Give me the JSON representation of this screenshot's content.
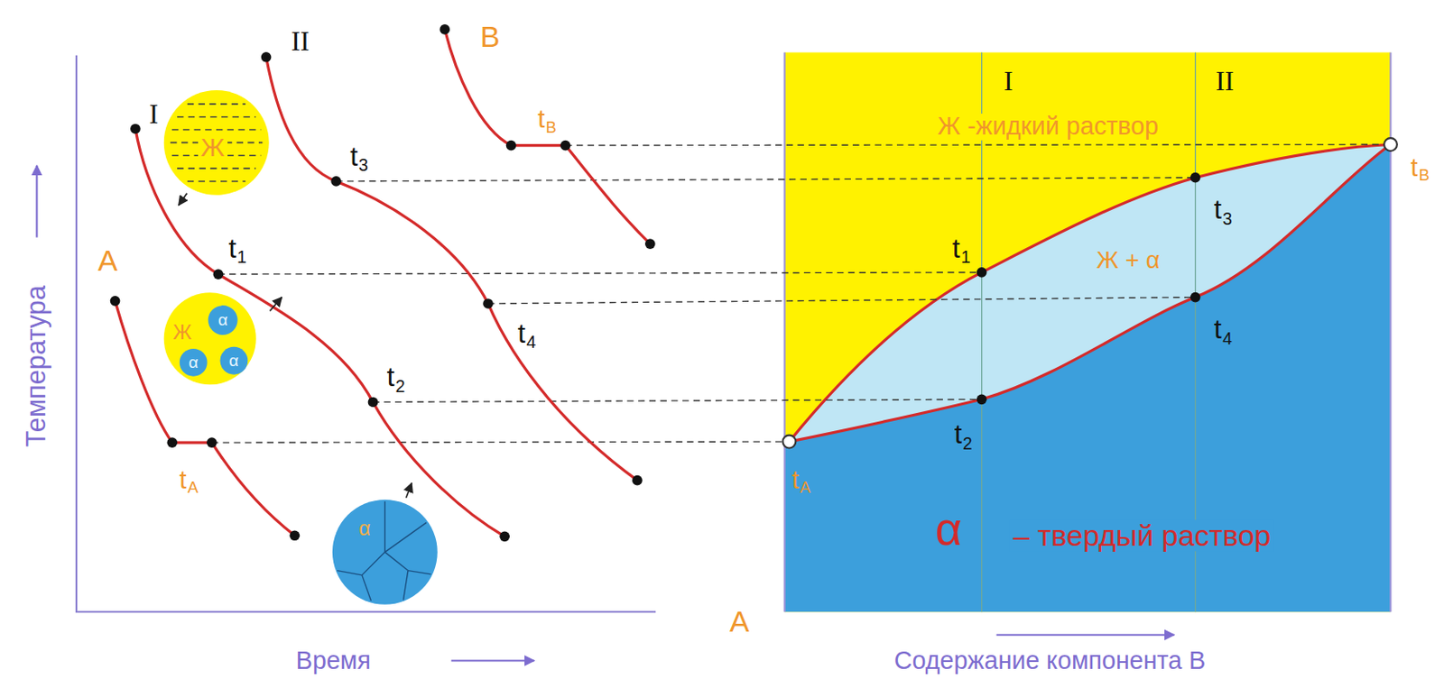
{
  "diagram": {
    "nodes": [
      {
        "text": [
          "Ж"
        ]
      },
      {
        "text": [
          "Ж"
        ]
      },
      {
        "text": [
          "α"
        ],
        "in": 1
      },
      {
        "text": [
          "α"
        ],
        "in": 1
      },
      {
        "text": [
          "α"
        ],
        "in": 1
      },
      {
        "text": [
          "α"
        ]
      }
    ],
    "labels": [
      "I",
      "II",
      "B",
      "tB",
      "t3",
      "A",
      "t1",
      "t4",
      "t2",
      "tA",
      "Температура",
      "Время",
      "I",
      "II",
      "Ж -жидкий раствор",
      "tB",
      "t3",
      "t1",
      "Ж + α",
      "t4",
      "tA",
      "t2",
      "α",
      "– твердый раствор",
      "A",
      "Содержание компонента В"
    ]
  }
}
